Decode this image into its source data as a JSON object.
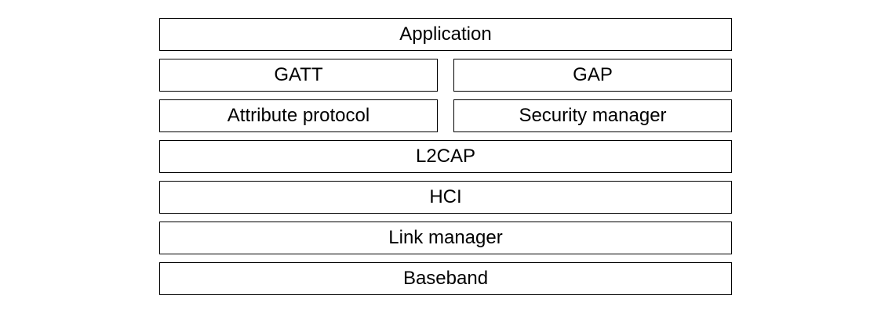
{
  "diagram": {
    "rows": [
      [
        "Application"
      ],
      [
        "GATT",
        "GAP"
      ],
      [
        "Attribute protocol",
        "Security manager"
      ],
      [
        "L2CAP"
      ],
      [
        "HCI"
      ],
      [
        "Link manager"
      ],
      [
        "Baseband"
      ]
    ]
  }
}
